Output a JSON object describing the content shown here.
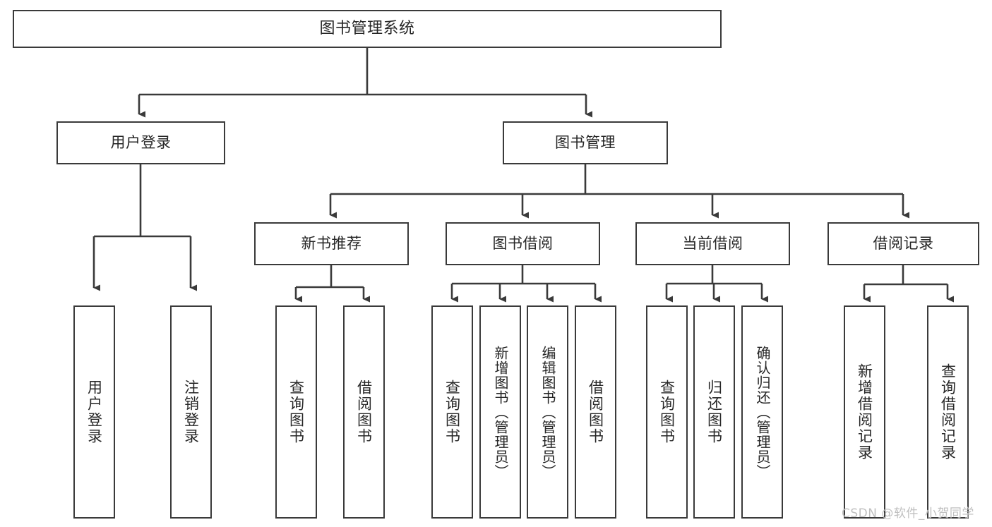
{
  "diagram": {
    "type": "tree",
    "title": "图书管理系统",
    "watermark": "CSDN @软件_小贺同学",
    "colors": {
      "stroke": "#3a3a3a",
      "fill": "#ffffff",
      "text": "#262626",
      "watermark": "#bfbfbf"
    },
    "root": {
      "label": "图书管理系统"
    },
    "level2": [
      {
        "id": "user-login",
        "label": "用户登录"
      },
      {
        "id": "book-manage",
        "label": "图书管理"
      }
    ],
    "level3": [
      {
        "id": "new-book-recommend",
        "label": "新书推荐",
        "parent": "book-manage"
      },
      {
        "id": "book-borrow",
        "label": "图书借阅",
        "parent": "book-manage"
      },
      {
        "id": "current-borrow",
        "label": "当前借阅",
        "parent": "book-manage"
      },
      {
        "id": "borrow-record",
        "label": "借阅记录",
        "parent": "book-manage"
      }
    ],
    "leaves": {
      "user-login": [
        {
          "id": "leaf-user-login",
          "label": "用户登录"
        },
        {
          "id": "leaf-logout",
          "label": "注销登录"
        }
      ],
      "new-book-recommend": [
        {
          "id": "leaf-query-book-1",
          "label": "查询图书"
        },
        {
          "id": "leaf-borrow-book-1",
          "label": "借阅图书"
        }
      ],
      "book-borrow": [
        {
          "id": "leaf-query-book-2",
          "label": "查询图书"
        },
        {
          "id": "leaf-add-book",
          "label": "新增图书（管理员）"
        },
        {
          "id": "leaf-edit-book",
          "label": "编辑图书（管理员）"
        },
        {
          "id": "leaf-borrow-book-2",
          "label": "借阅图书"
        }
      ],
      "current-borrow": [
        {
          "id": "leaf-query-book-3",
          "label": "查询图书"
        },
        {
          "id": "leaf-return-book",
          "label": "归还图书"
        },
        {
          "id": "leaf-confirm-return",
          "label": "确认归还（管理员）"
        }
      ],
      "borrow-record": [
        {
          "id": "leaf-add-record",
          "label": "新增借阅记录"
        },
        {
          "id": "leaf-query-record",
          "label": "查询借阅记录"
        }
      ]
    }
  }
}
